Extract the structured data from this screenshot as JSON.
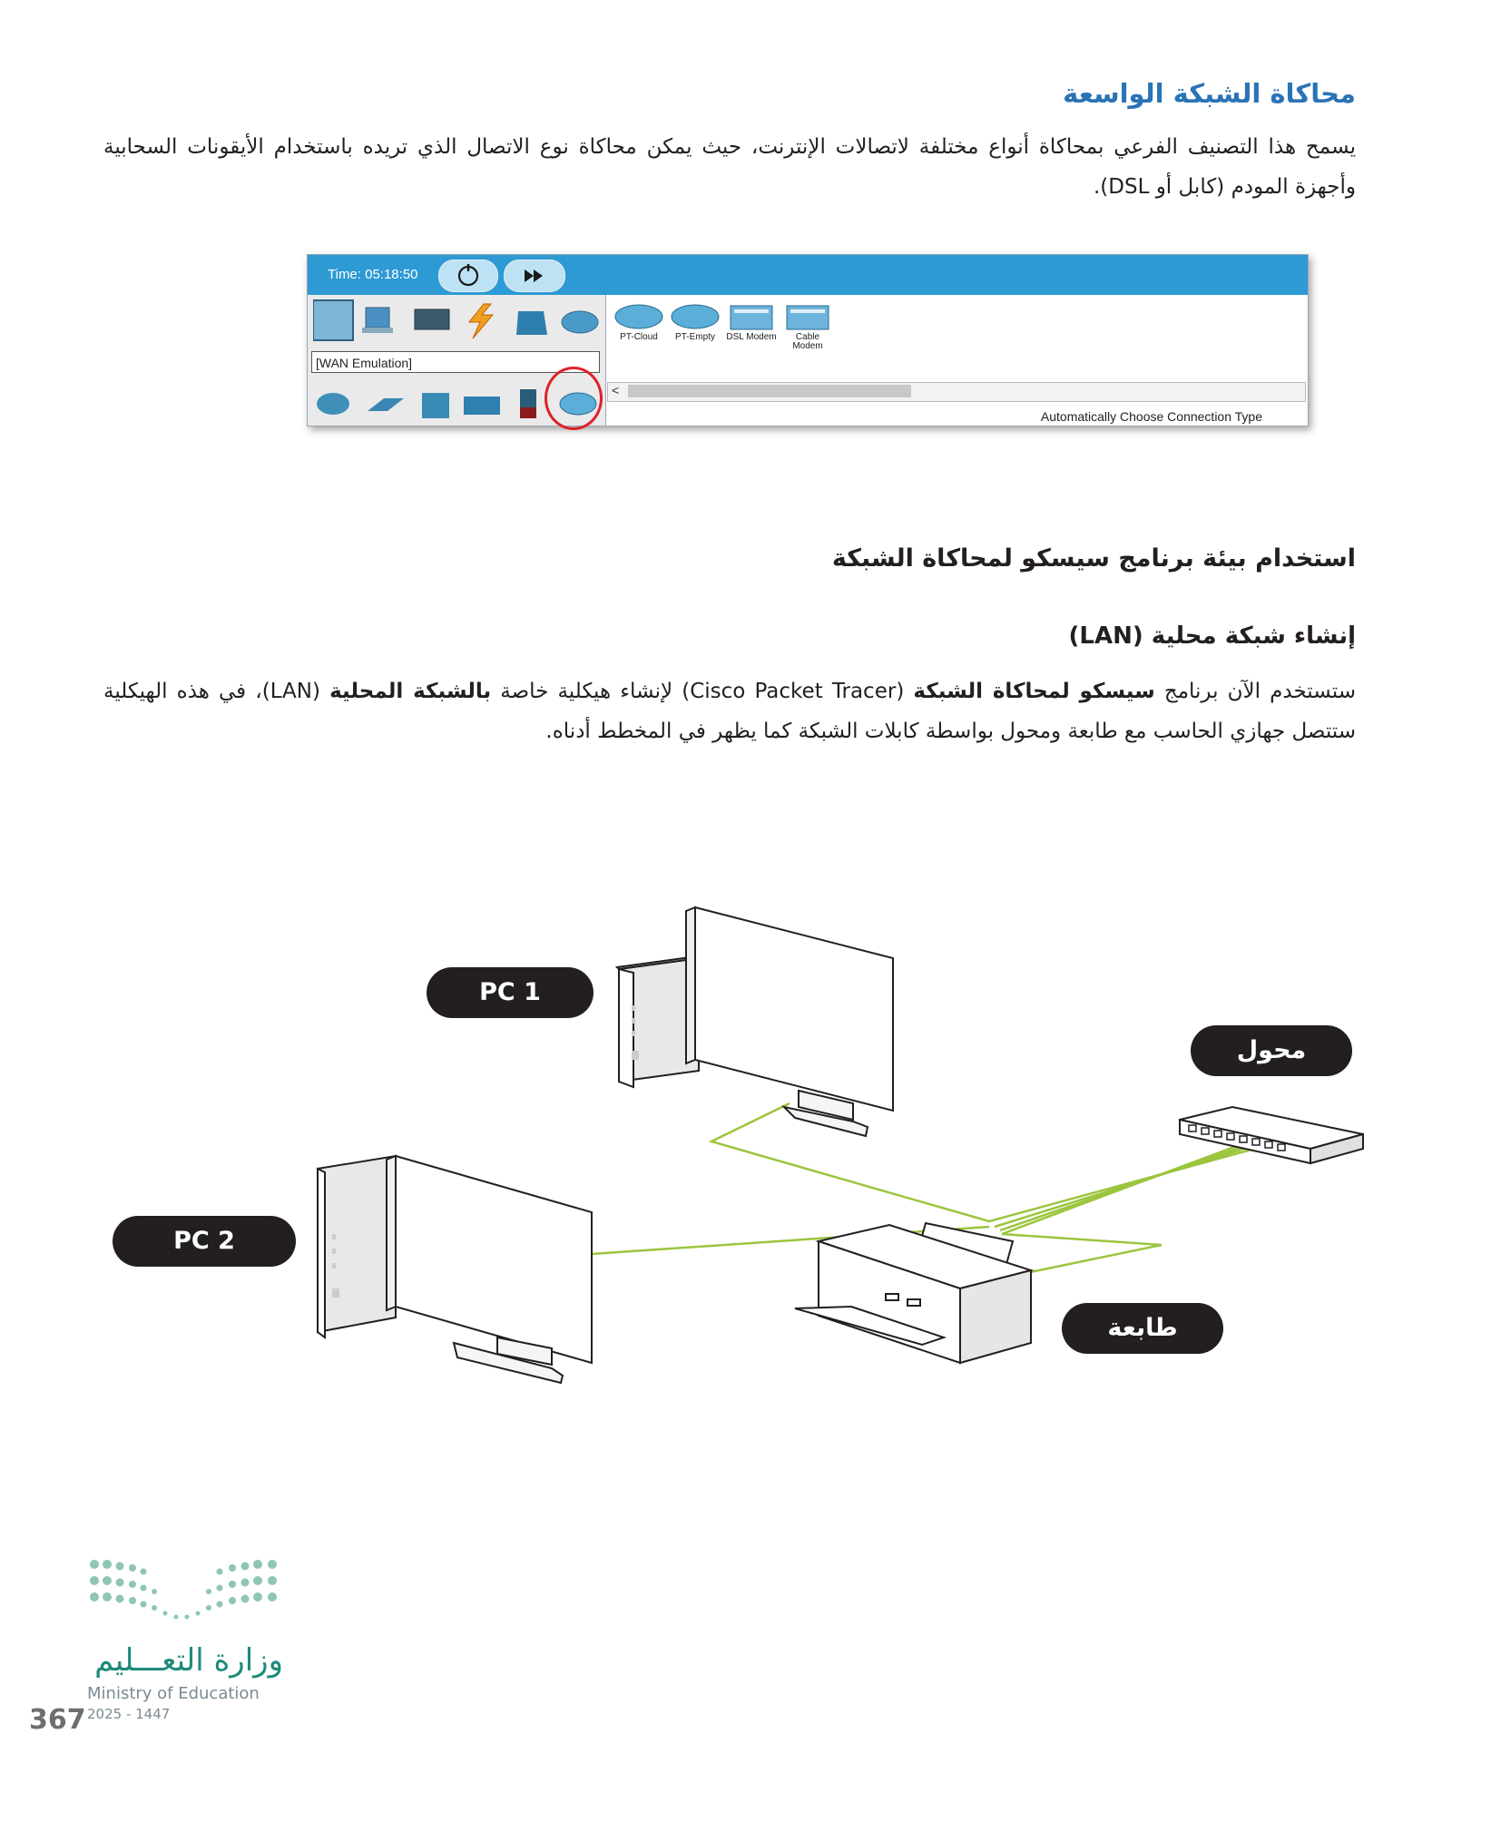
{
  "section1": {
    "title": "محاكاة الشبكة الواسعة",
    "paragraph": "يسمح هذا التصنيف الفرعي بمحاكاة أنواع مختلفة لاتصالات الإنترنت، حيث يمكن محاكاة نوع الاتصال الذي تريده باستخدام الأيقونات السحابية وأجهزة المودم (كابل أو DSL)."
  },
  "screenshot": {
    "time_label": "Time: 05:18:50",
    "category_label": "[WAN Emulation]",
    "devices": [
      {
        "label": "PT-Cloud"
      },
      {
        "label": "PT-Empty"
      },
      {
        "label": "DSL Modem"
      },
      {
        "label": "Cable Modem"
      }
    ],
    "scroll_arrow": "<",
    "connection_type": "Automatically Choose Connection Type",
    "colors": {
      "toolbar": "#2d9ad3",
      "highlight_ring": "#e02028"
    }
  },
  "section2": {
    "title": "استخدام بيئة برنامج سيسكو لمحاكاة الشبكة",
    "subtitle": "إنشاء شبكة محلية (LAN)",
    "para_part1": "ستستخدم الآن برنامج ",
    "para_bold1": "سيسكو لمحاكاة الشبكة",
    "para_part2": " (Cisco Packet Tracer) لإنشاء هيكلية خاصة ",
    "para_bold2": "بالشبكة المحلية",
    "para_part3": " (LAN)، في هذه الهيكلية ستتصل جهازي الحاسب مع طابعة ومحول بواسطة كابلات الشبكة كما يظهر في المخطط أدناه."
  },
  "diagram": {
    "pc1_label": "PC 1",
    "pc2_label": "PC 2",
    "switch_label": "محول",
    "printer_label": "طابعة",
    "cable_color": "#9bc53d"
  },
  "footer": {
    "ministry_ar": "وزارة التعـــليم",
    "ministry_en": "Ministry of Education",
    "year": "2025 - 1447",
    "page_number": "367"
  }
}
